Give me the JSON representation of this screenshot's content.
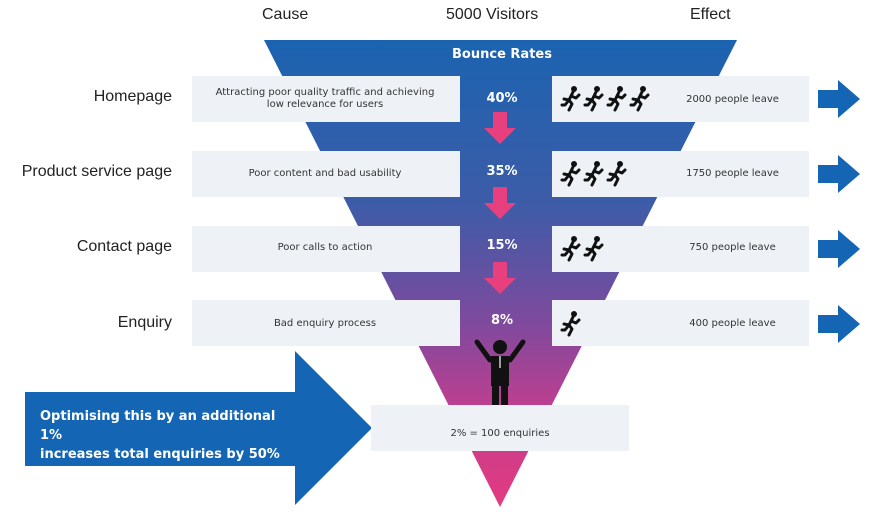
{
  "headers": {
    "cause": "Cause",
    "visitors": "5000 Visitors",
    "effect": "Effect"
  },
  "funnel_title": "Bounce Rates",
  "stages": [
    {
      "label": "Homepage",
      "cause": "Attracting poor quality traffic and achieving low relevance for users",
      "rate": "40%",
      "runners": 4,
      "effect": "2000 people leave"
    },
    {
      "label": "Product service page",
      "cause": "Poor content and bad usability",
      "rate": "35%",
      "runners": 3,
      "effect": "1750 people leave"
    },
    {
      "label": "Contact page",
      "cause": "Poor calls to action",
      "rate": "15%",
      "runners": 2,
      "effect": "750 people leave"
    },
    {
      "label": "Enquiry",
      "cause": "Bad enquiry process",
      "rate": "8%",
      "runners": 1,
      "effect": "400 people leave"
    }
  ],
  "callout": {
    "line1": "Optimising this by an additional 1%",
    "line2": "increases total enquiries by 50%"
  },
  "result": "2% = 100 enquiries",
  "colors": {
    "funnel_top": "#1b63b0",
    "funnel_mid": "#6a4fa0",
    "funnel_bottom": "#de3a86",
    "arrow_blue": "#1565b5",
    "down_arrow": "#e8407f",
    "band": "#eef2f7"
  },
  "icons": {
    "runner": "running-person-icon",
    "exit_arrow": "right-arrow-icon",
    "down_arrow": "down-arrow-icon",
    "winner": "celebrating-person-icon"
  }
}
